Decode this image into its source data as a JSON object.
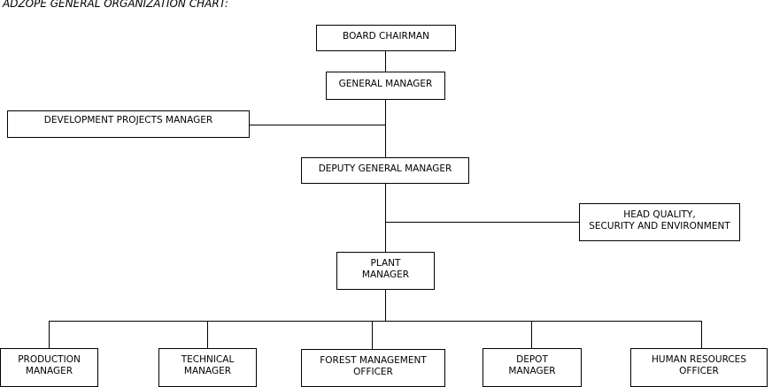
{
  "title": "ADZOPE GENERAL ORGANIZATION CHART:",
  "nodes": {
    "board_chairman": "BOARD CHAIRMAN",
    "general_manager": "GENERAL MANAGER",
    "development_projects_manager": "DEVELOPMENT PROJECTS MANAGER",
    "deputy_general_manager": "DEPUTY GENERAL MANAGER",
    "head_quality": "HEAD QUALITY,\nSECURITY AND ENVIRONMENT",
    "plant_manager": "PLANT\nMANAGER",
    "production_manager": "PRODUCTION\nMANAGER",
    "technical_manager": "TECHNICAL\nMANAGER",
    "forest_management_officer": "FOREST MANAGEMENT\nOFFICER",
    "depot_manager": "DEPOT\nMANAGER",
    "human_resources_officer": "HUMAN RESOURCES\nOFFICER"
  },
  "line_color": "#000000"
}
